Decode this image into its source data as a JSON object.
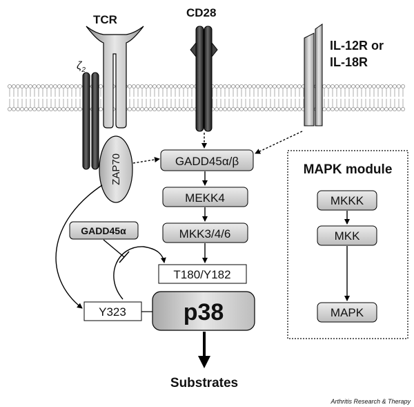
{
  "receptors": {
    "tcr": "TCR",
    "zeta": "ζ",
    "zeta_sub": "2",
    "cd28": "CD28",
    "il_line1": "IL-12R or",
    "il_line2": "IL-18R"
  },
  "nodes": {
    "zap70": "ZAP70",
    "gadd45ab": "GADD45α/β",
    "mekk4": "MEKK4",
    "mkk": "MKK3/4/6",
    "gadd45a": "GADD45α",
    "t180": "T180/Y182",
    "y323": "Y323",
    "p38": "p38",
    "substrates": "Substrates"
  },
  "mapk_module": {
    "title": "MAPK module",
    "tiers": [
      "MKKK",
      "MKK",
      "MAPK"
    ]
  },
  "credit": "Arthritis Research & Therapy",
  "colors": {
    "node_fill": "#d9d9d9",
    "receptor_dark": "#333333",
    "membrane": "#9a9a9a",
    "stroke": "#000000"
  }
}
